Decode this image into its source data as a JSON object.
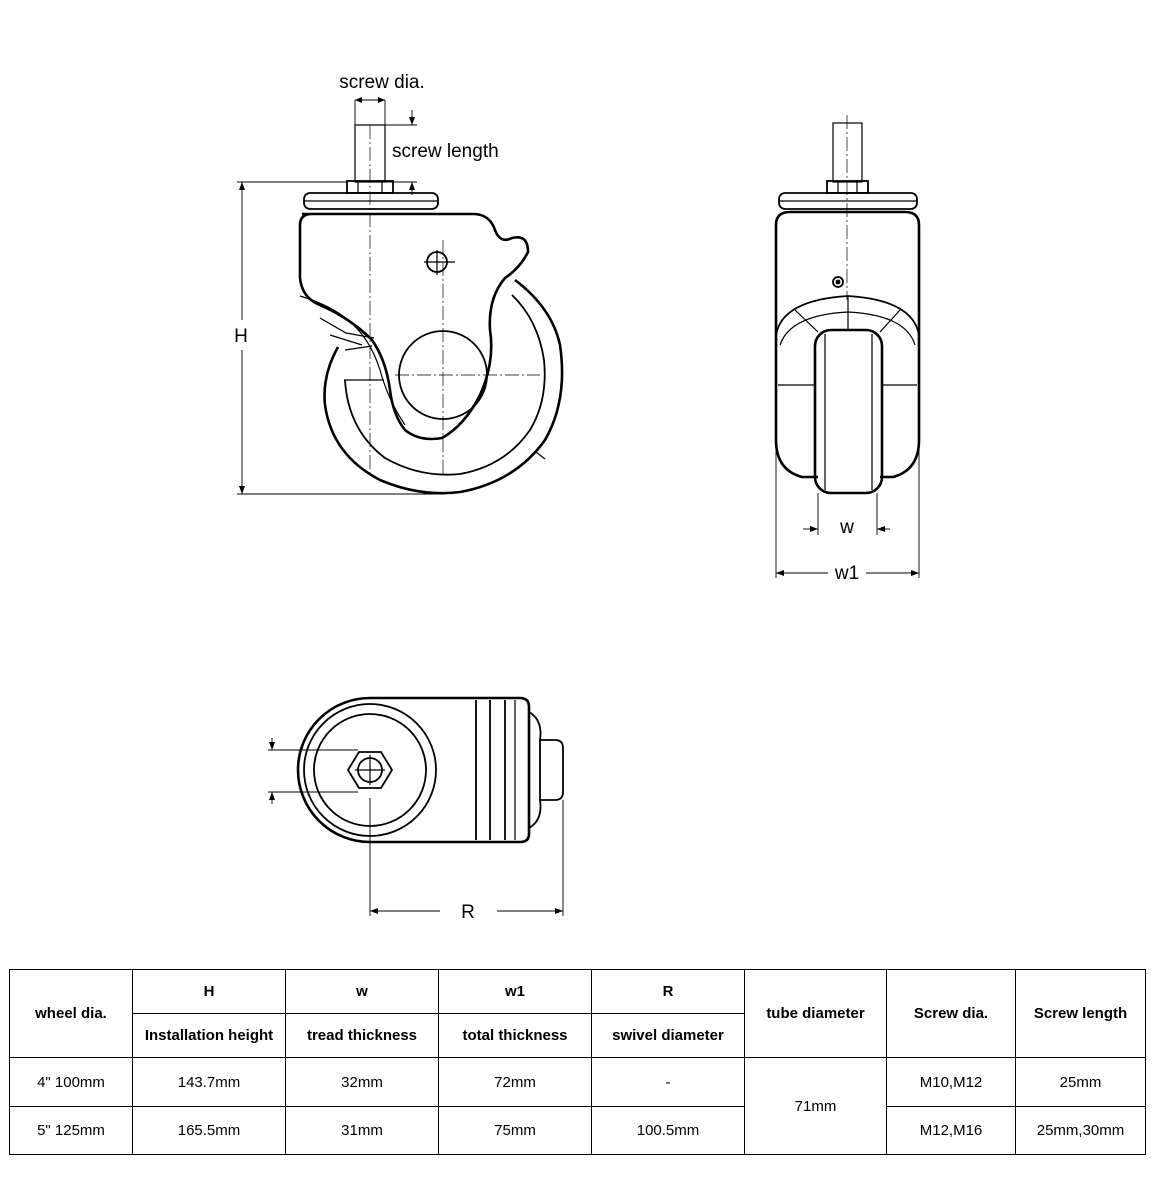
{
  "diagram": {
    "side_view": {
      "screw_dia_label": "screw dia.",
      "screw_length_label": "screw length",
      "height_label": "H"
    },
    "front_view": {
      "tread_label": "w",
      "total_label": "w1"
    },
    "top_view": {
      "swivel_label": "R"
    }
  },
  "table": {
    "header": {
      "wheel_dia": "wheel dia.",
      "h_symbol": "H",
      "h_desc": "Installation height",
      "w_symbol": "w",
      "w_desc": "tread thickness",
      "w1_symbol": "w1",
      "w1_desc": "total thickness",
      "r_symbol": "R",
      "r_desc": "swivel diameter",
      "tube_diameter": "tube diameter",
      "screw_dia": "Screw dia.",
      "screw_length": "Screw length"
    },
    "rows": [
      {
        "wheel_dia": "4\" 100mm",
        "h": "143.7mm",
        "w": "32mm",
        "w1": "72mm",
        "r": "-",
        "screw_dia": "M10,M12",
        "screw_length": "25mm"
      },
      {
        "wheel_dia": "5\" 125mm",
        "h": "165.5mm",
        "w": "31mm",
        "w1": "75mm",
        "r": "100.5mm",
        "screw_dia": "M12,M16",
        "screw_length": "25mm,30mm"
      }
    ],
    "tube_diameter_value": "71mm"
  }
}
